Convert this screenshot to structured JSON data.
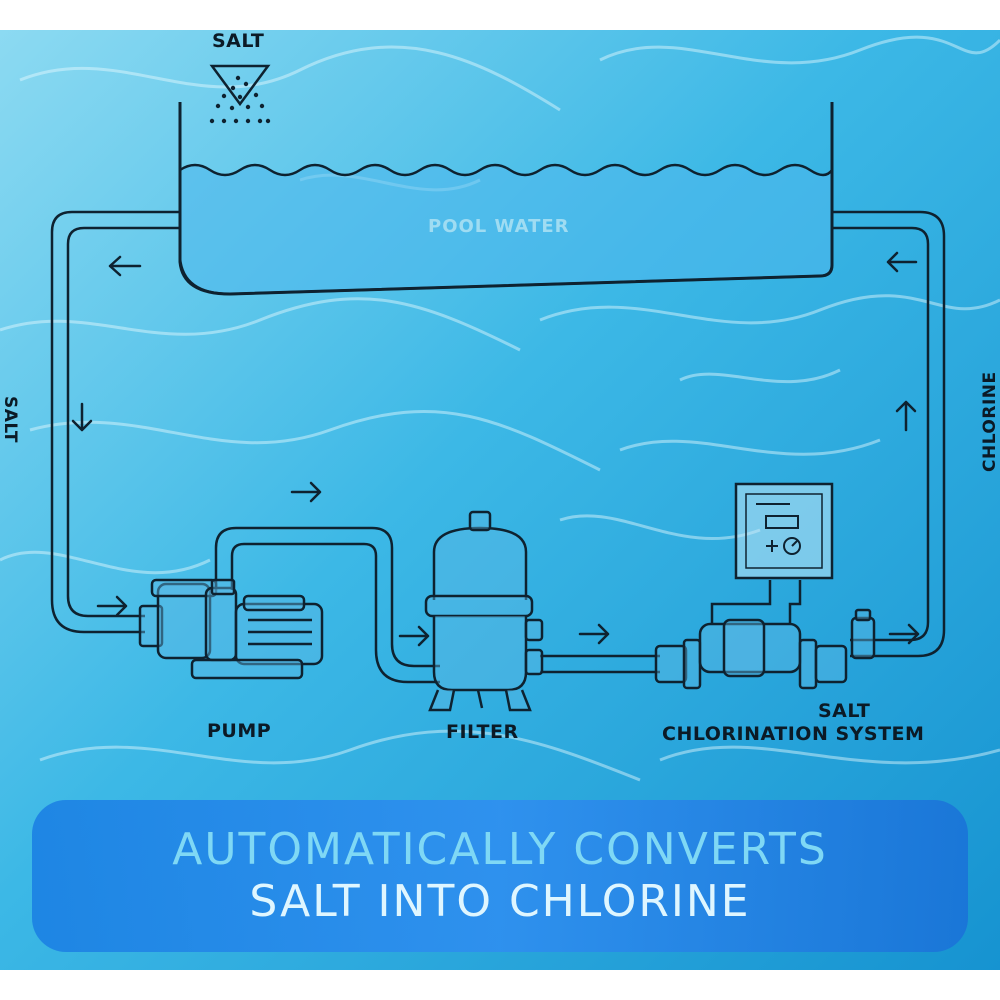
{
  "labels": {
    "salt_top": "SALT",
    "pool_water": "POOL WATER",
    "salt_side": "SALT",
    "chlorine_side": "CHLORINE",
    "pump": "PUMP",
    "filter": "FILTER",
    "chlorination_line1": "SALT",
    "chlorination_line2": "CHLORINATION SYSTEM"
  },
  "banner": {
    "line1": "AUTOMATICALLY CONVERTS",
    "line2": "SALT INTO CHLORINE"
  },
  "colors": {
    "water_light": "#7fd3ef",
    "water_mid": "#35b3e3",
    "water_deep": "#1594d2",
    "line": "#0e2230",
    "banner_blue": "#1976e0",
    "banner_text_1": "#7fd8f5",
    "banner_text_2": "#dff6ff"
  }
}
